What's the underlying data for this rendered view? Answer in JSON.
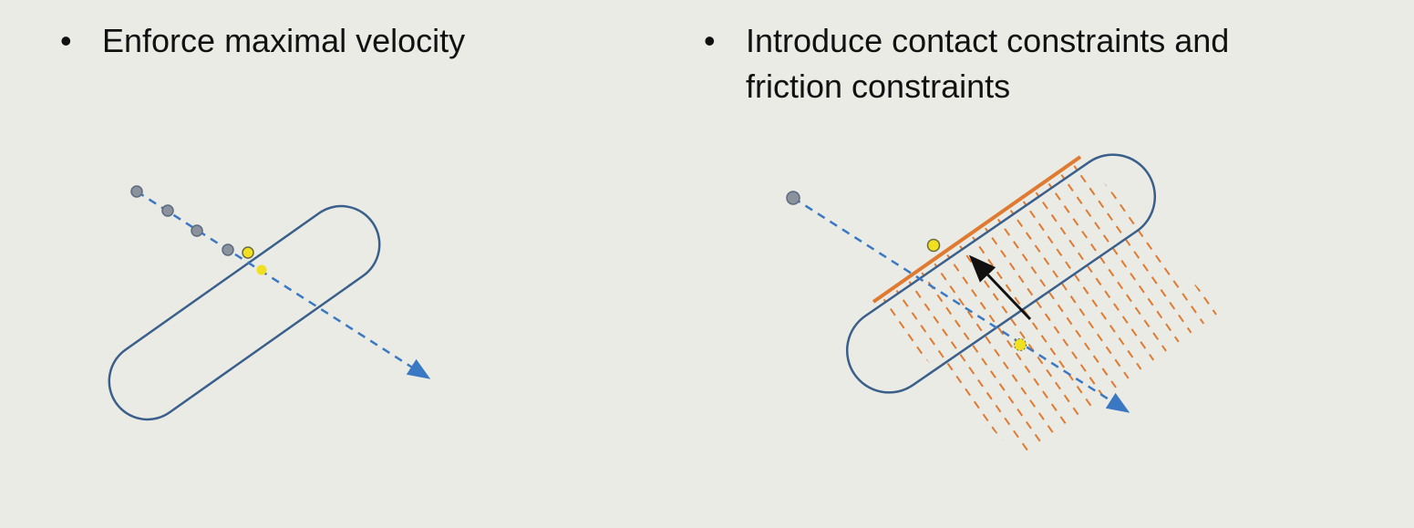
{
  "left": {
    "bullet": "•",
    "text": "Enforce maximal velocity"
  },
  "right": {
    "bullet": "•",
    "line1": "Introduce contact constraints and",
    "line2": "friction constraints"
  },
  "colors": {
    "capsule": "#3a5f8a",
    "trajectory": "#3b78c4",
    "particle": "#8c929c",
    "contact": "#f0e020",
    "constraint": "#e07a30",
    "arrow": "#111111"
  }
}
